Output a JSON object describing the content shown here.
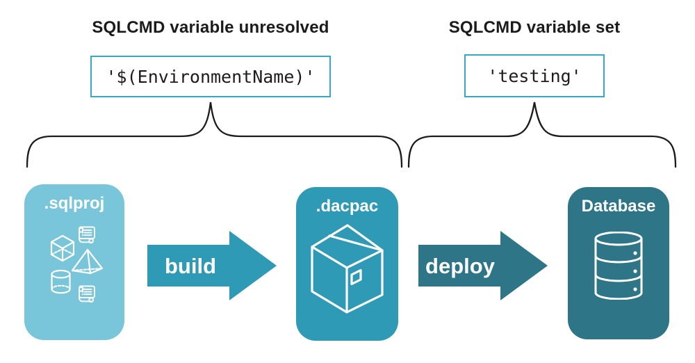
{
  "titles": {
    "left": "SQLCMD variable unresolved",
    "right": "SQLCMD variable set"
  },
  "code_boxes": {
    "left": "'$(EnvironmentName)'",
    "right": "'testing'"
  },
  "pipeline": {
    "nodes": [
      {
        "label": ".sqlproj",
        "fill": "#79C5D9",
        "icons": [
          "scroll",
          "cube",
          "pyramid",
          "cylinder",
          "scroll"
        ]
      },
      {
        "label": ".dacpac",
        "fill": "#2F9AB5",
        "icons": [
          "package"
        ]
      },
      {
        "label": "Database",
        "fill": "#2D7587",
        "icons": [
          "database-cylinder"
        ]
      }
    ],
    "arrows": [
      {
        "label": "build",
        "fill": "#2F9AB5"
      },
      {
        "label": "deploy",
        "fill": "#2D7587"
      }
    ]
  },
  "colors": {
    "background": "#FFFFFF",
    "code_border": "#35A9C4",
    "code_text": "#1C1C1C",
    "heading_text": "#1B1B1B",
    "brace": "#1B1B1B",
    "node_text": "#FFFFFF",
    "icon_stroke": "#FFFFFF"
  }
}
